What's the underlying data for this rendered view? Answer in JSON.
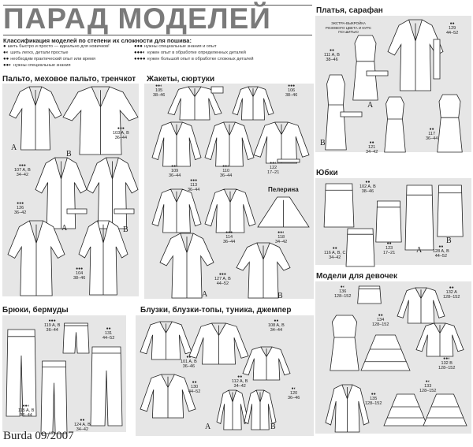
{
  "title": "ПАРАД МОДЕЛЕЙ",
  "classification": {
    "heading": "Классификация моделей по степени их сложности для пошива:",
    "items": [
      {
        "dots": "●",
        "text": "шить быстро и просто — идеально для новичков!"
      },
      {
        "dots": "●◐",
        "text": "шить легко, детали простые"
      },
      {
        "dots": "●●",
        "text": "необходим практический опыт или время"
      },
      {
        "dots": "●●◐",
        "text": "нужны специальные знания"
      },
      {
        "dots": "●●●",
        "text": "нужны специальные знания и опыт"
      },
      {
        "dots": "●●●◐",
        "text": "нужен опыт в обработке определенных деталей"
      },
      {
        "dots": "●●●●",
        "text": "нужен большой опыт в обработке сложных деталей"
      }
    ]
  },
  "sections": {
    "coats": {
      "title": "Пальто, меховое пальто, тренчкот",
      "labels": [
        {
          "dots": "●●●",
          "model": "103 A, B",
          "sizes": "36–44"
        },
        {
          "dots": "●●●",
          "model": "107 A, B",
          "sizes": "34–42"
        },
        {
          "dots": "●●●",
          "model": "126",
          "sizes": "36–42"
        },
        {
          "dots": "●●●",
          "model": "104",
          "sizes": "38–46"
        }
      ]
    },
    "jackets": {
      "title": "Жакеты, сюртуки",
      "cape_title": "Пелерина",
      "labels": [
        {
          "dots": "●●◐",
          "model": "105",
          "sizes": "38–46"
        },
        {
          "dots": "●●●",
          "model": "106",
          "sizes": "38–46"
        },
        {
          "dots": "●●◐",
          "model": "109",
          "sizes": "36–44"
        },
        {
          "dots": "●●◐",
          "model": "110",
          "sizes": "36–44"
        },
        {
          "dots": "●●◐",
          "model": "122",
          "sizes": "17–21"
        },
        {
          "dots": "●●●",
          "model": "113",
          "sizes": "36–44"
        },
        {
          "dots": "●●●",
          "model": "114",
          "sizes": "36–44"
        },
        {
          "dots": "●●◐",
          "model": "118",
          "sizes": "34–42"
        },
        {
          "dots": "●●●",
          "model": "127 A, B",
          "sizes": "44–52"
        }
      ]
    },
    "dresses": {
      "title": "Платья, сарафан",
      "extra": "ЭКСТРА-ВЫКРОЙКА РОЗОВОГО ЦВЕТА И КУРС ПО ШИТЬЮ",
      "labels": [
        {
          "dots": "●●",
          "model": "111 A, B",
          "sizes": "38–46"
        },
        {
          "dots": "●●",
          "model": "129",
          "sizes": "44–52"
        },
        {
          "dots": "●●",
          "model": "117",
          "sizes": "36–44"
        },
        {
          "dots": "●●",
          "model": "121",
          "sizes": "34–42"
        }
      ]
    },
    "skirts": {
      "title": "Юбки",
      "labels": [
        {
          "dots": "●●",
          "model": "102 A, B",
          "sizes": "38–46"
        },
        {
          "dots": "●●",
          "model": "116 A, B, C",
          "sizes": "34–42"
        },
        {
          "dots": "●●",
          "model": "123",
          "sizes": "17–21"
        },
        {
          "dots": "●●",
          "model": "128 A, B",
          "sizes": "44–52"
        }
      ]
    },
    "girls": {
      "title": "Модели для девочек",
      "labels": [
        {
          "dots": "●◐",
          "model": "136",
          "sizes": "128–152"
        },
        {
          "dots": "●●",
          "model": "132 A",
          "sizes": "128–152"
        },
        {
          "dots": "●●",
          "model": "134",
          "sizes": "128–152"
        },
        {
          "dots": "●●◐",
          "model": "132 B",
          "sizes": "128–152"
        },
        {
          "dots": "●◐",
          "model": "133",
          "sizes": "128–152"
        },
        {
          "dots": "●●",
          "model": "135",
          "sizes": "128–152"
        }
      ]
    },
    "pants": {
      "title": "Брюки, бермуды",
      "labels": [
        {
          "dots": "●●●",
          "model": "119 A, B",
          "sizes": "36–44"
        },
        {
          "dots": "●●",
          "model": "131",
          "sizes": "44–52"
        },
        {
          "dots": "●●◐",
          "model": "115 A, B",
          "sizes": "36–44"
        },
        {
          "dots": "●●",
          "model": "124 A, B",
          "sizes": "34–42"
        }
      ]
    },
    "blouses": {
      "title": "Блузки, блузки-топы, туника, джемпер",
      "labels": [
        {
          "dots": "●●",
          "model": "101 A, B",
          "sizes": "36–46"
        },
        {
          "dots": "●●",
          "model": "108 A, B",
          "sizes": "34–44"
        },
        {
          "dots": "●●",
          "model": "130",
          "sizes": "44–52"
        },
        {
          "dots": "●●",
          "model": "112 A, B",
          "sizes": "34–42"
        },
        {
          "dots": "●◐",
          "model": "120",
          "sizes": "36–46"
        }
      ]
    }
  },
  "variant_letters": {
    "a": "A",
    "b": "B"
  },
  "footer": "Burda 09/2007"
}
